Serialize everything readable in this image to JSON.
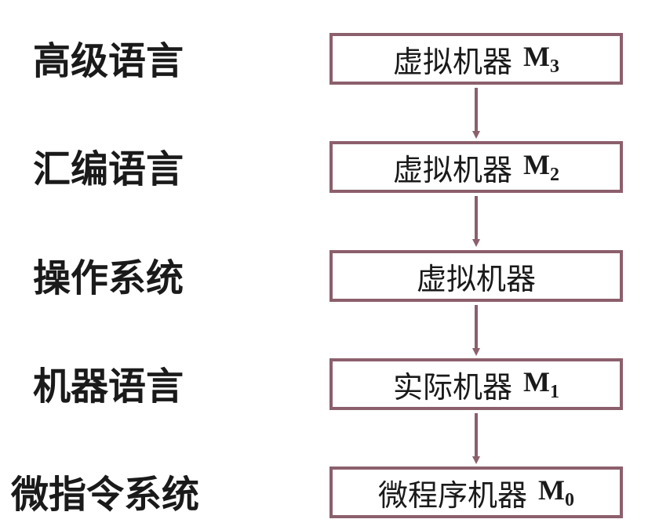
{
  "levels": [
    {
      "label": "高级语言",
      "machine": "虚拟机器",
      "symbol": "M",
      "subscript": "3"
    },
    {
      "label": "汇编语言",
      "machine": "虚拟机器",
      "symbol": "M",
      "subscript": "2"
    },
    {
      "label": "操作系统",
      "machine": "虚拟机器",
      "symbol": "",
      "subscript": ""
    },
    {
      "label": "机器语言",
      "machine": "实际机器",
      "symbol": "M",
      "subscript": "1"
    },
    {
      "label": "微指令系统",
      "machine": "微程序机器",
      "symbol": "M",
      "subscript": "0"
    }
  ],
  "colors": {
    "box_border": "#8c5f6c",
    "arrow": "#8c5f6c",
    "text": "#1a1a1a"
  }
}
